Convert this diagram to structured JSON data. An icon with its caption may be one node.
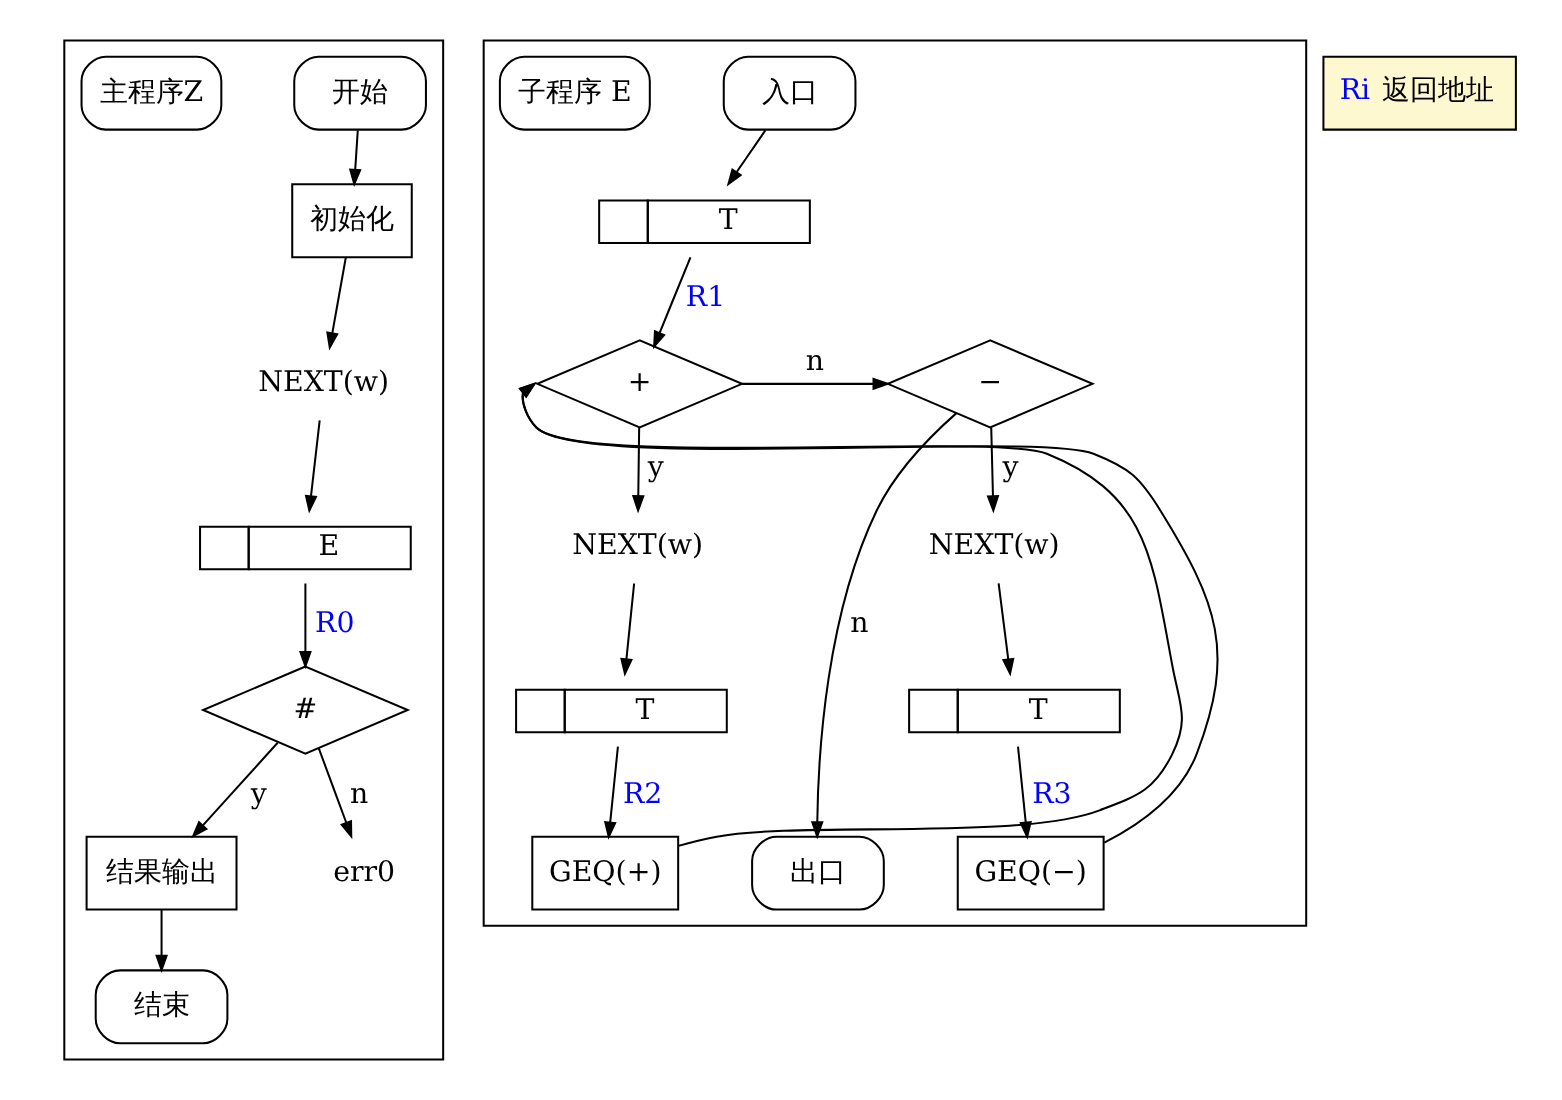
{
  "diagram": {
    "nodes": [
      {
        "text": [],
        "shape": "box"
      },
      {
        "text": [
          "开始"
        ],
        "in": 0
      },
      {
        "text": [
          "初始化"
        ],
        "in": 0
      },
      {
        "text": [
          "NEXT(w)"
        ],
        "in": 0
      },
      {
        "text": [
          "E"
        ],
        "in": 0
      },
      {
        "text": [
          "#"
        ],
        "in": 0
      },
      {
        "text": [
          "结果输出"
        ],
        "in": 0
      },
      {
        "text": [
          "err0"
        ],
        "in": 0
      },
      {
        "text": [
          "结束"
        ],
        "in": 0
      },
      {
        "text": [
          "主程序Z"
        ],
        "in": 0
      },
      {
        "text": [],
        "shape": "box"
      },
      {
        "text": [
          "入口"
        ],
        "in": 10
      },
      {
        "text": [
          "子程序 E"
        ],
        "in": 10
      },
      {
        "text": [
          "T"
        ],
        "in": 10
      },
      {
        "text": [
          "+"
        ],
        "in": 10
      },
      {
        "text": [
          "−"
        ],
        "in": 10
      },
      {
        "text": [
          "NEXT(w)"
        ],
        "in": 10
      },
      {
        "text": [
          "T"
        ],
        "in": 10
      },
      {
        "text": [
          "GEQ(+)"
        ],
        "in": 10
      },
      {
        "text": [
          "NEXT(w)"
        ],
        "in": 10
      },
      {
        "text": [
          "T"
        ],
        "in": 10
      },
      {
        "text": [
          "GEQ(−)"
        ],
        "in": 10
      },
      {
        "text": [
          "出口"
        ],
        "in": 10
      },
      {
        "text": [
          "Ri",
          "返回地址"
        ]
      }
    ],
    "edges": [
      {
        "from": 1,
        "to": 2,
        "arrow": "to"
      },
      {
        "from": 2,
        "to": 3,
        "arrow": "to"
      },
      {
        "from": 3,
        "to": 4,
        "arrow": "to"
      },
      {
        "from": 4,
        "to": 5,
        "arrow": "to",
        "label": "R0"
      },
      {
        "from": 5,
        "to": 6,
        "arrow": "to",
        "label": "y"
      },
      {
        "from": 5,
        "to": 7,
        "arrow": "to",
        "label": "n"
      },
      {
        "from": 6,
        "to": 8,
        "arrow": "to"
      },
      {
        "from": 11,
        "to": 13,
        "arrow": "to"
      },
      {
        "from": 13,
        "to": 14,
        "arrow": "to",
        "label": "R1"
      },
      {
        "from": 14,
        "to": 15,
        "arrow": "to",
        "label": "n"
      },
      {
        "from": 14,
        "to": 16,
        "arrow": "to",
        "label": "y"
      },
      {
        "from": 16,
        "to": 17,
        "arrow": "to"
      },
      {
        "from": 17,
        "to": 18,
        "arrow": "to",
        "label": "R2"
      },
      {
        "from": 15,
        "to": 19,
        "arrow": "to",
        "label": "y"
      },
      {
        "from": 19,
        "to": 20,
        "arrow": "to"
      },
      {
        "from": 20,
        "to": 21,
        "arrow": "to",
        "label": "R3"
      },
      {
        "from": 15,
        "to": 22,
        "arrow": "to",
        "label": "n"
      },
      {
        "from": 18,
        "to": 14,
        "arrow": "to"
      },
      {
        "from": 21,
        "to": 14,
        "arrow": "to"
      }
    ]
  }
}
